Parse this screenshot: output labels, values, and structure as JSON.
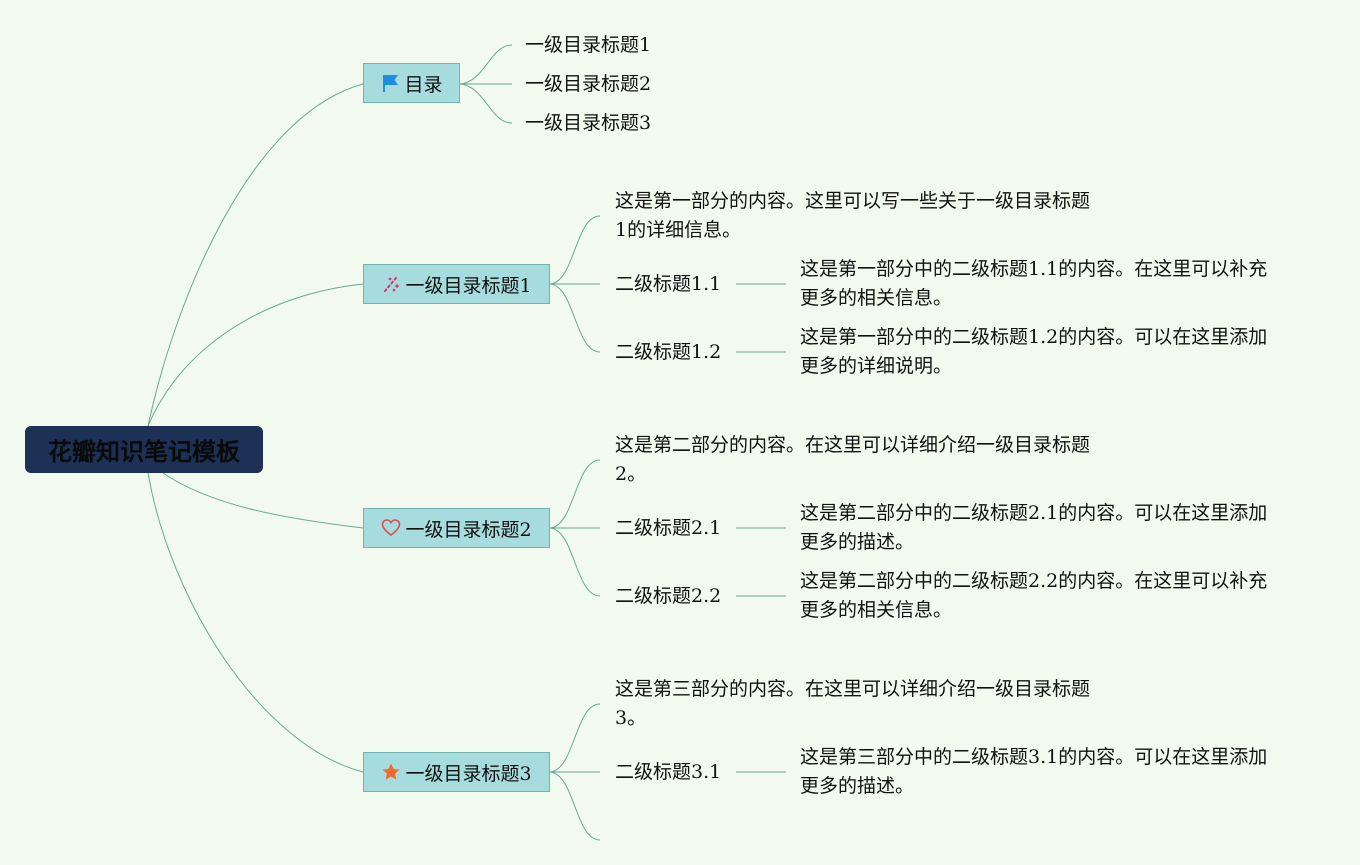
{
  "root": {
    "title": "花瓣知识笔记模板"
  },
  "toc": {
    "label": "目录",
    "icon": "flag-icon",
    "items": [
      "一级目录标题1",
      "一级目录标题2",
      "一级目录标题3"
    ]
  },
  "sections": [
    {
      "label": "一级目录标题1",
      "icon": "sparkle-icon",
      "intro_line1": "这是第一部分的内容。这里可以写一些关于一级目录标题",
      "intro_line2": "1的详细信息。",
      "subs": [
        {
          "label": "二级标题1.1",
          "desc_line1": "这是第一部分中的二级标题1.1的内容。在这里可以补充",
          "desc_line2": "更多的相关信息。"
        },
        {
          "label": "二级标题1.2",
          "desc_line1": "这是第一部分中的二级标题1.2的内容。可以在这里添加",
          "desc_line2": "更多的详细说明。"
        }
      ]
    },
    {
      "label": "一级目录标题2",
      "icon": "heart-icon",
      "intro_line1": "这是第二部分的内容。在这里可以详细介绍一级目录标题",
      "intro_line2": "2。",
      "subs": [
        {
          "label": "二级标题2.1",
          "desc_line1": "这是第二部分中的二级标题2.1的内容。可以在这里添加",
          "desc_line2": "更多的描述。"
        },
        {
          "label": "二级标题2.2",
          "desc_line1": "这是第二部分中的二级标题2.2的内容。在这里可以补充",
          "desc_line2": "更多的相关信息。"
        }
      ]
    },
    {
      "label": "一级目录标题3",
      "icon": "star-icon",
      "intro_line1": "这是第三部分的内容。在这里可以详细介绍一级目录标题",
      "intro_line2": "3。",
      "subs": [
        {
          "label": "二级标题3.1",
          "desc_line1": "这是第三部分中的二级标题3.1的内容。可以在这里添加",
          "desc_line2": "更多的描述。"
        }
      ]
    }
  ],
  "colors": {
    "background": "#f2faf0",
    "root_fill": "#1c3155",
    "branch_fill": "#a7dcde",
    "connector": "#6aa88e",
    "flag": "#1c8fe0",
    "sparkle": "#d8336d",
    "heart": "#e04a4a",
    "star": "#ef6a2f"
  }
}
